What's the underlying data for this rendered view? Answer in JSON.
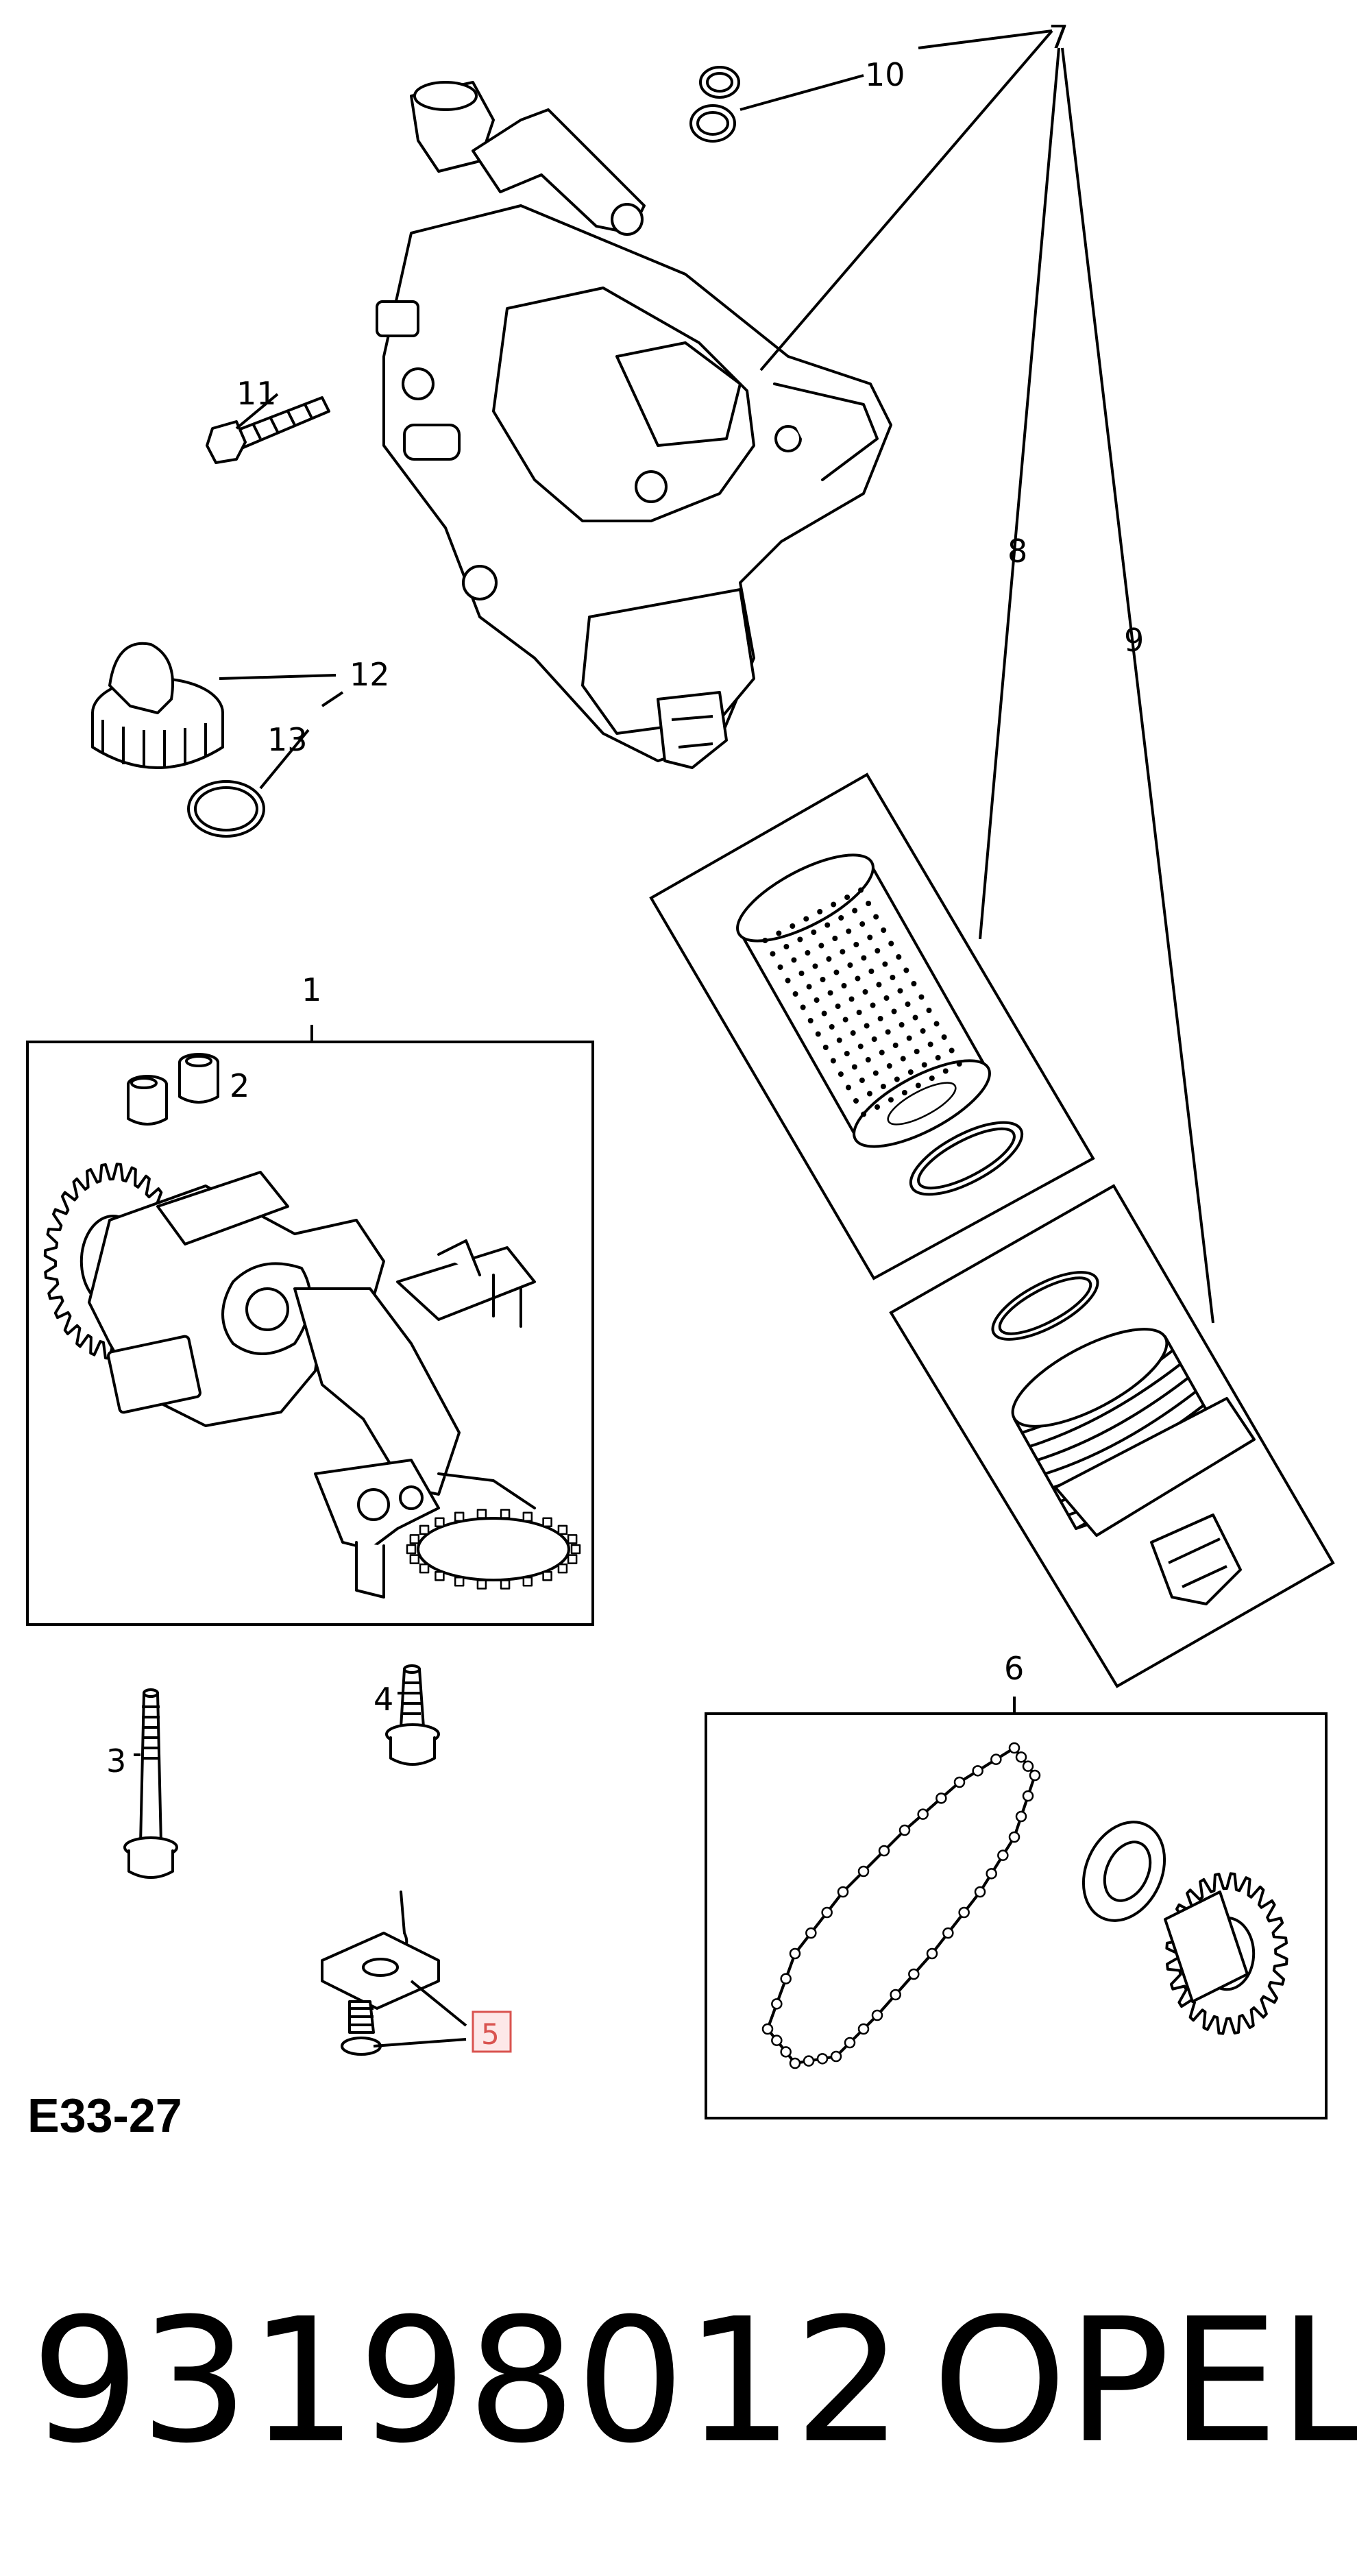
{
  "diagram": {
    "callouts": {
      "c1": "1",
      "c2": "2",
      "c3": "3",
      "c4": "4",
      "c5": "5",
      "c6": "6",
      "c7": "7",
      "c8": "8",
      "c9": "9",
      "c10": "10",
      "c11": "11",
      "c12": "12",
      "c13": "13"
    },
    "highlighted_callout": "5",
    "section_code": "E33-27",
    "part_number": "93198012",
    "brand": "OPEL",
    "highlight_color": "#d9534f"
  }
}
